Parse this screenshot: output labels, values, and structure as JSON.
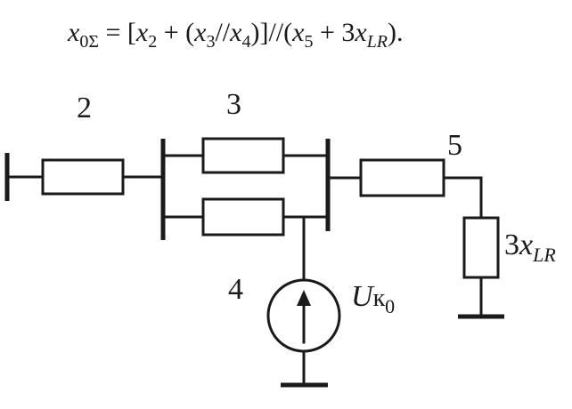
{
  "formula": {
    "lhs_var": "x",
    "lhs_sub": "0Σ",
    "eq": " = [",
    "x2": "x",
    "x2_sub": "2",
    "plus1": " + (",
    "x3": "x",
    "x3_sub": "3",
    "par": "//",
    "x4": "x",
    "x4_sub": "4",
    "close1": ")]//(",
    "x5": "x",
    "x5_sub": "5",
    "plus2": " + 3",
    "xlr": "x",
    "xlr_sub": "LR",
    "close2": ")."
  },
  "labels": {
    "r2": "2",
    "r3": "3",
    "r4": "4",
    "r5": "5",
    "r_lr_coef": "3",
    "r_lr_var": "x",
    "r_lr_sub": "LR",
    "source_var": "U",
    "source_k": "к",
    "source_sub": "0"
  }
}
